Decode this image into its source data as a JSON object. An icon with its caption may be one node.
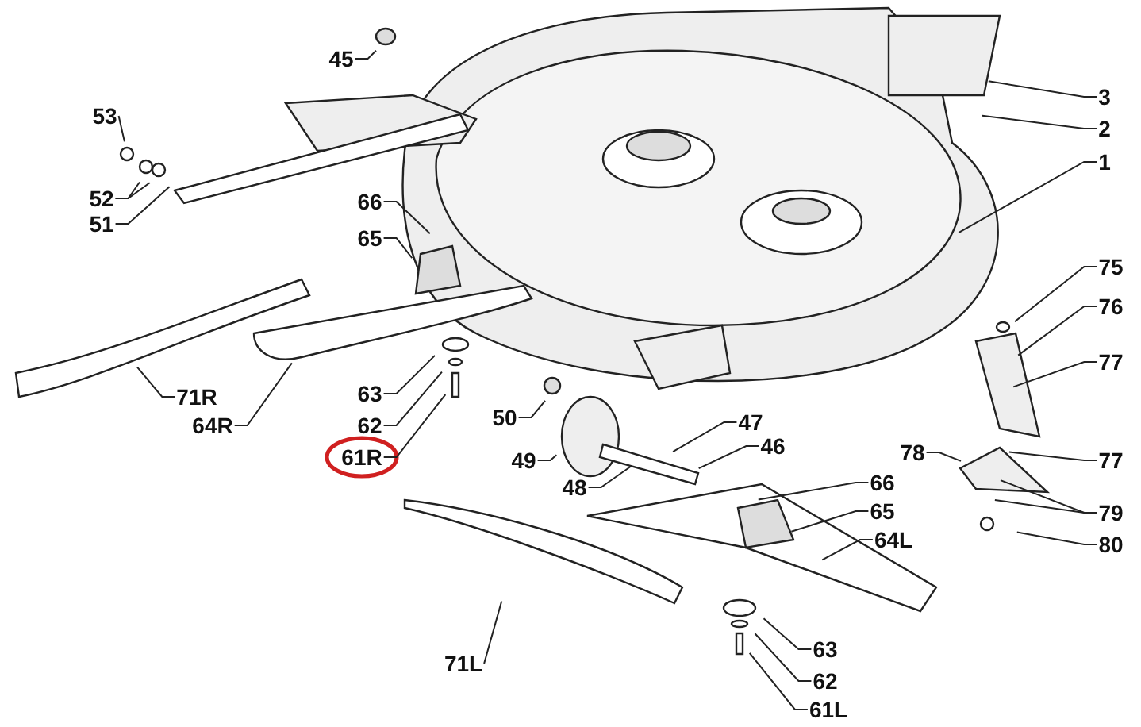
{
  "diagram": {
    "nodes": [
      {
        "text": [
          "45"
        ]
      },
      {
        "text": [
          "53"
        ]
      },
      {
        "text": [
          "52"
        ]
      },
      {
        "text": [
          "51"
        ]
      },
      {
        "text": [
          "66"
        ]
      },
      {
        "text": [
          "65"
        ]
      },
      {
        "text": [
          "3"
        ]
      },
      {
        "text": [
          "2"
        ]
      },
      {
        "text": [
          "1"
        ]
      },
      {
        "text": [
          "75"
        ]
      },
      {
        "text": [
          "76"
        ]
      },
      {
        "text": [
          "77"
        ]
      },
      {
        "text": [
          "71R"
        ]
      },
      {
        "text": [
          "64R"
        ]
      },
      {
        "text": [
          "63"
        ]
      },
      {
        "text": [
          "62"
        ]
      },
      {
        "text": [
          "61R"
        ]
      },
      {
        "text": [
          "50"
        ]
      },
      {
        "text": [
          "49"
        ]
      },
      {
        "text": [
          "47"
        ]
      },
      {
        "text": [
          "46"
        ]
      },
      {
        "text": [
          "48"
        ]
      },
      {
        "text": [
          "78"
        ]
      },
      {
        "text": [
          "77"
        ]
      },
      {
        "text": [
          "79"
        ]
      },
      {
        "text": [
          "80"
        ]
      },
      {
        "text": [
          "66"
        ]
      },
      {
        "text": [
          "65"
        ]
      },
      {
        "text": [
          "64L"
        ]
      },
      {
        "text": [
          "71L"
        ]
      },
      {
        "text": [
          "63"
        ]
      },
      {
        "text": [
          "62"
        ]
      },
      {
        "text": [
          "61L"
        ]
      }
    ],
    "edges": [
      {
        "from": 0,
        "to": null,
        "arrow": "none"
      },
      {
        "from": 1,
        "to": null,
        "arrow": "none"
      },
      {
        "from": 2,
        "to": null,
        "arrow": "none"
      },
      {
        "from": 2,
        "to": null,
        "arrow": "none"
      },
      {
        "from": 3,
        "to": null,
        "arrow": "none"
      },
      {
        "from": 4,
        "to": null,
        "arrow": "none"
      },
      {
        "from": 5,
        "to": null,
        "arrow": "none"
      },
      {
        "from": 6,
        "to": null,
        "arrow": "none"
      },
      {
        "from": 7,
        "to": null,
        "arrow": "none"
      },
      {
        "from": 8,
        "to": null,
        "arrow": "none"
      },
      {
        "from": 9,
        "to": null,
        "arrow": "none"
      },
      {
        "from": 10,
        "to": null,
        "arrow": "none"
      },
      {
        "from": 11,
        "to": null,
        "arrow": "none"
      },
      {
        "from": 12,
        "to": null,
        "arrow": "none"
      },
      {
        "from": 13,
        "to": null,
        "arrow": "none"
      },
      {
        "from": 14,
        "to": null,
        "arrow": "none"
      },
      {
        "from": 15,
        "to": null,
        "arrow": "none"
      },
      {
        "from": 16,
        "to": null,
        "arrow": "none"
      },
      {
        "from": 17,
        "to": null,
        "arrow": "none"
      },
      {
        "from": 18,
        "to": null,
        "arrow": "none"
      },
      {
        "from": 19,
        "to": null,
        "arrow": "none"
      },
      {
        "from": 20,
        "to": null,
        "arrow": "none"
      },
      {
        "from": 21,
        "to": null,
        "arrow": "none"
      },
      {
        "from": 22,
        "to": null,
        "arrow": "none"
      },
      {
        "from": 23,
        "to": null,
        "arrow": "none"
      },
      {
        "from": 24,
        "to": null,
        "arrow": "none"
      },
      {
        "from": 24,
        "to": null,
        "arrow": "none"
      },
      {
        "from": 25,
        "to": null,
        "arrow": "none"
      },
      {
        "from": 26,
        "to": null,
        "arrow": "none"
      },
      {
        "from": 27,
        "to": null,
        "arrow": "none"
      },
      {
        "from": 28,
        "to": null,
        "arrow": "none"
      },
      {
        "from": 29,
        "to": null,
        "arrow": "none"
      },
      {
        "from": 30,
        "to": null,
        "arrow": "none"
      },
      {
        "from": 31,
        "to": null,
        "arrow": "none"
      },
      {
        "from": 32,
        "to": null,
        "arrow": "none"
      }
    ]
  }
}
